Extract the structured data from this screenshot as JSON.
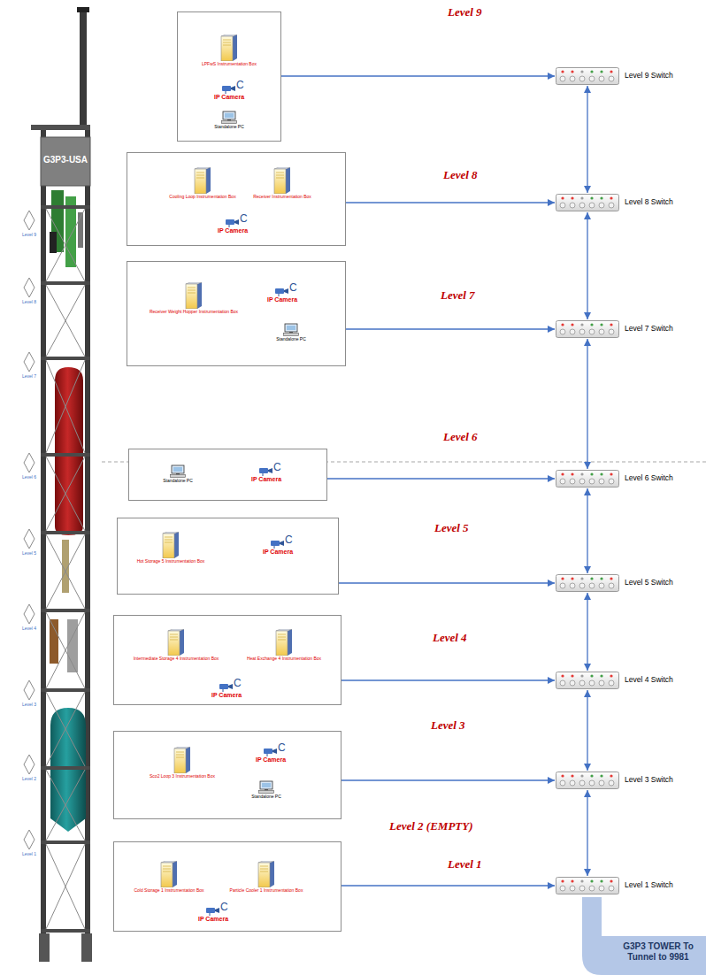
{
  "diagram": {
    "nodes": [
      {
        "text": [
          "Level 9"
        ]
      },
      {
        "text": [
          "LPFwS Instrumentation Box"
        ],
        "in": 0
      },
      {
        "text": [
          "C",
          "IP Camera"
        ],
        "in": 0
      },
      {
        "text": [
          "Standalone PC"
        ],
        "in": 0
      },
      {
        "text": [
          "Level 9 Switch"
        ]
      },
      {
        "text": [
          "Level 8"
        ]
      },
      {
        "text": [
          "Cooling Loop Instrumentation Box"
        ],
        "in": 5
      },
      {
        "text": [
          "Receiver Instrumentation Box"
        ],
        "in": 5
      },
      {
        "text": [
          "C",
          "IP Camera"
        ],
        "in": 5
      },
      {
        "text": [
          "Level 8 Switch"
        ]
      },
      {
        "text": [
          "Level 7"
        ]
      },
      {
        "text": [
          "Receiver Weight Hopper Instrumentation Box"
        ],
        "in": 10
      },
      {
        "text": [
          "C",
          "IP Camera"
        ],
        "in": 10
      },
      {
        "text": [
          "Standalone PC"
        ],
        "in": 10
      },
      {
        "text": [
          "Level 7 Switch"
        ]
      },
      {
        "text": [
          "Level 6"
        ]
      },
      {
        "text": [
          "Standalone PC"
        ],
        "in": 15
      },
      {
        "text": [
          "C",
          "IP Camera"
        ],
        "in": 15
      },
      {
        "text": [
          "Level 6 Switch"
        ]
      },
      {
        "text": [
          "Level 5"
        ]
      },
      {
        "text": [
          "Hot Storage 5 Instrumentation Box"
        ],
        "in": 19
      },
      {
        "text": [
          "C",
          "IP Camera"
        ],
        "in": 19
      },
      {
        "text": [
          "Level 5 Switch"
        ]
      },
      {
        "text": [
          "Level 4"
        ]
      },
      {
        "text": [
          "Intermediate Storage 4 Instrumentation Box"
        ],
        "in": 23
      },
      {
        "text": [
          "Heat Exchange 4 Instrumentation Box"
        ],
        "in": 23
      },
      {
        "text": [
          "C",
          "IP Camera"
        ],
        "in": 23
      },
      {
        "text": [
          "Level 4 Switch"
        ]
      },
      {
        "text": [
          "Level 3"
        ]
      },
      {
        "text": [
          "Sco2 Loop 3 Instrumentation Box"
        ],
        "in": 28
      },
      {
        "text": [
          "C",
          "IP Camera"
        ],
        "in": 28
      },
      {
        "text": [
          "Standalone PC"
        ],
        "in": 28
      },
      {
        "text": [
          "Level 3 Switch"
        ]
      },
      {
        "text": [
          "Level 1"
        ]
      },
      {
        "text": [
          "Cold Storage 1 Instrumentation Box"
        ],
        "in": 33
      },
      {
        "text": [
          "Particle Cooler 1 Instrumentation Box"
        ],
        "in": 33
      },
      {
        "text": [
          "C",
          "IP Camera"
        ],
        "in": 33
      },
      {
        "text": [
          "Level 1 Switch"
        ]
      },
      {
        "text": [
          "G3P3 TOWER To Tunnel to 9981"
        ]
      }
    ],
    "edges": [
      {
        "from": 0,
        "to": 4,
        "arrow": "to"
      },
      {
        "from": 5,
        "to": 9,
        "arrow": "to"
      },
      {
        "from": 10,
        "to": 14,
        "arrow": "to"
      },
      {
        "from": 15,
        "to": 18,
        "arrow": "to"
      },
      {
        "from": 19,
        "to": 22,
        "arrow": "to"
      },
      {
        "from": 23,
        "to": 27,
        "arrow": "to"
      },
      {
        "from": 28,
        "to": 32,
        "arrow": "to"
      },
      {
        "from": 33,
        "to": 37,
        "arrow": "to"
      },
      {
        "from": 4,
        "to": 9,
        "arrow": "both"
      },
      {
        "from": 9,
        "to": 14,
        "arrow": "both"
      },
      {
        "from": 14,
        "to": 18,
        "arrow": "both"
      },
      {
        "from": 18,
        "to": 22,
        "arrow": "both"
      },
      {
        "from": 22,
        "to": 27,
        "arrow": "both"
      },
      {
        "from": 27,
        "to": 32,
        "arrow": "both"
      },
      {
        "from": 32,
        "to": 37,
        "arrow": "both"
      }
    ],
    "labels": [
      "G3P3-USA",
      "Level 9",
      "Level 8",
      "Level 7",
      "Level 6",
      "Level 5",
      "Level 4",
      "Level 3",
      "Level 2",
      "Level 1",
      "Level 2 (EMPTY)"
    ]
  }
}
